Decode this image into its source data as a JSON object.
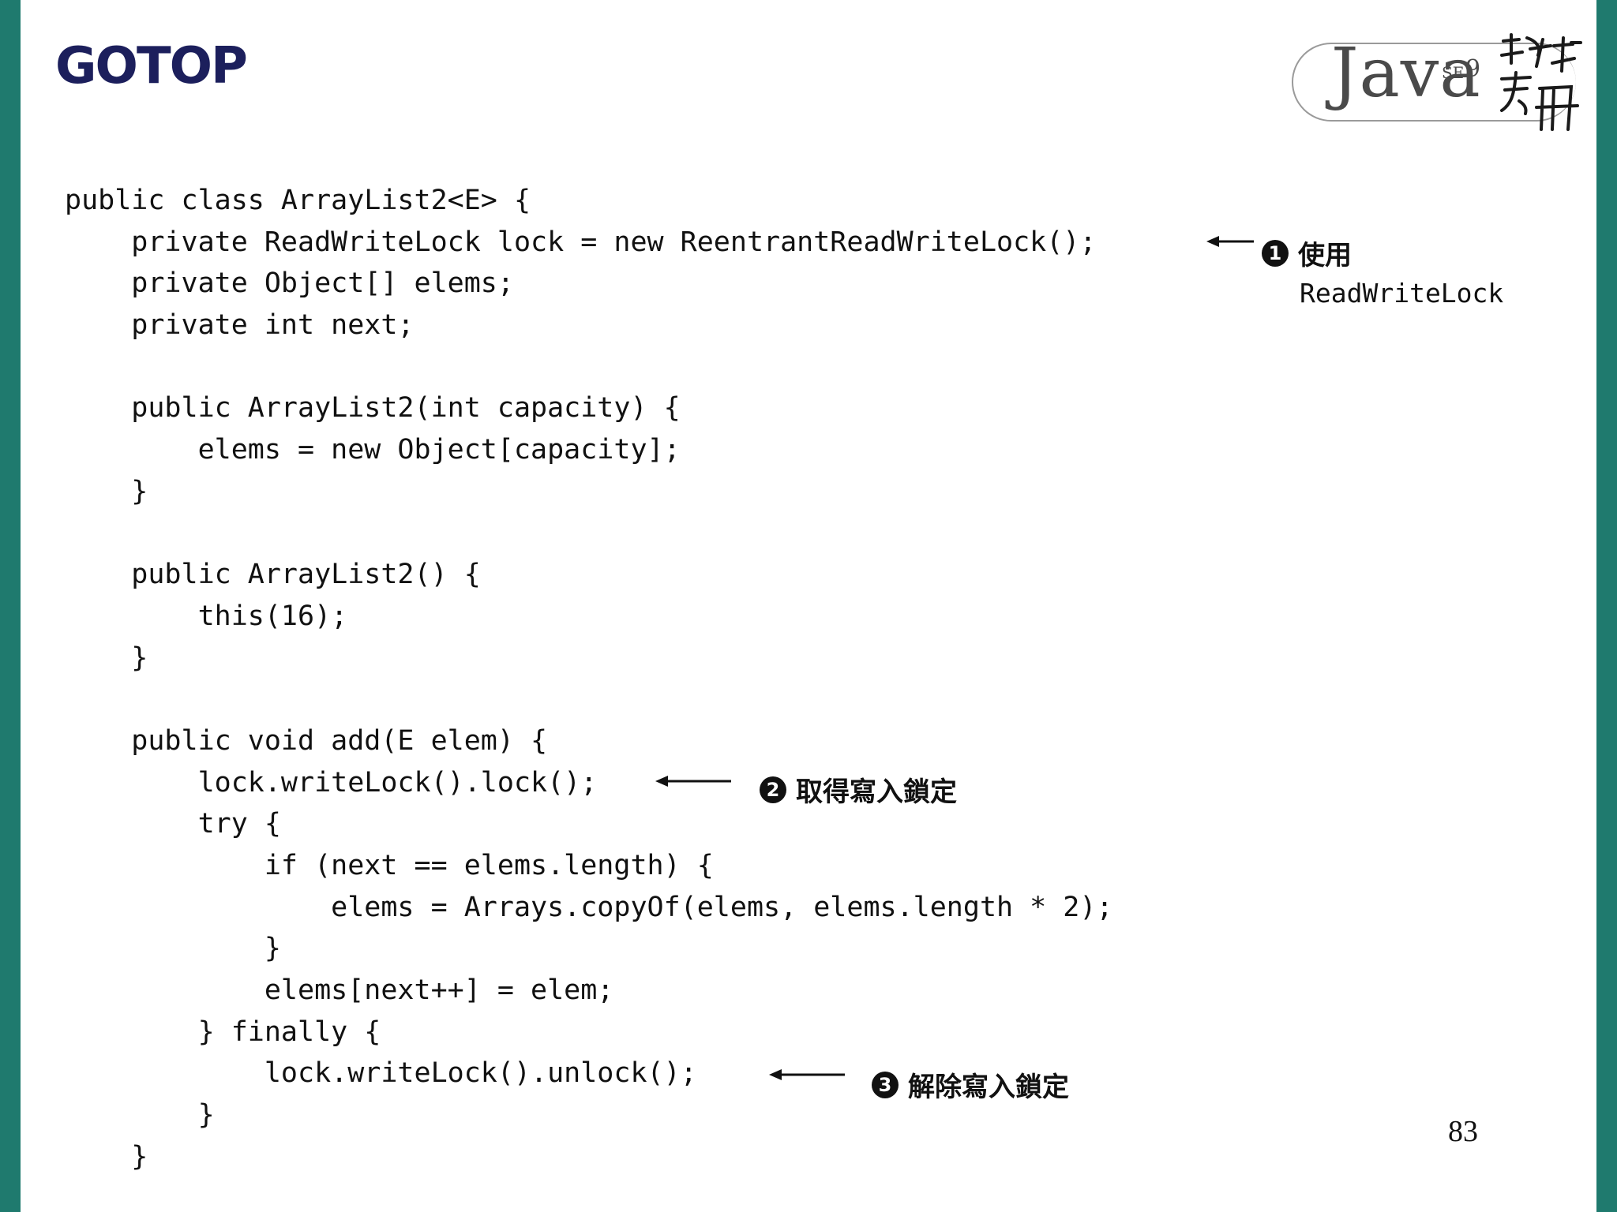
{
  "header": {
    "publisher_logo": "GOTOP",
    "book_logo": {
      "java": "Java",
      "se": "SE",
      "version": "9",
      "handwriting": "技術手冊"
    }
  },
  "code_lines": [
    "public class ArrayList2<E> {",
    "    private ReadWriteLock lock = new ReentrantReadWriteLock();",
    "    private Object[] elems;",
    "    private int next;",
    "",
    "    public ArrayList2(int capacity) {",
    "        elems = new Object[capacity];",
    "    }",
    "",
    "    public ArrayList2() {",
    "        this(16);",
    "    }",
    "",
    "    public void add(E elem) {",
    "        lock.writeLock().lock();",
    "        try {",
    "            if (next == elems.length) {",
    "                elems = Arrays.copyOf(elems, elems.length * 2);",
    "            }",
    "            elems[next++] = elem;",
    "        } finally {",
    "            lock.writeLock().unlock();",
    "        }",
    "    }"
  ],
  "annotations": [
    {
      "number": "1",
      "text": "使用",
      "subtext": "ReadWriteLock"
    },
    {
      "number": "2",
      "text": "取得寫入鎖定"
    },
    {
      "number": "3",
      "text": "解除寫入鎖定"
    }
  ],
  "page_number": "83",
  "colors": {
    "side_bar": "#1f7a6e",
    "logo": "#1c1f5c",
    "text": "#111111"
  }
}
